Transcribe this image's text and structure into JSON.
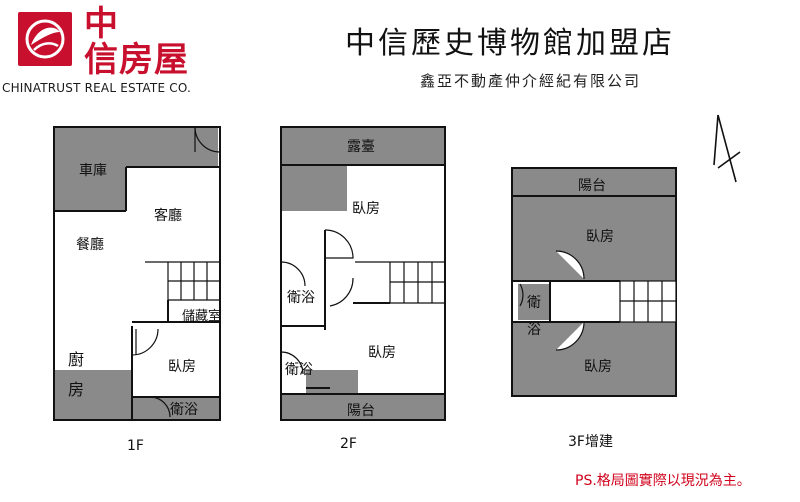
{
  "logo": {
    "brand_cn_line1": "中",
    "brand_cn_line2": "信房屋",
    "brand_en": "CHINATRUST REAL ESTATE CO.",
    "icon": "globe-leaf-logo-icon"
  },
  "store_title": "中信歷史博物館加盟店",
  "company": "鑫亞不動產仲介經紀有限公司",
  "note": "PS.格局圖實際以現況為主。",
  "compass_icon": "north-arrow-icon",
  "colors": {
    "brand_red": "#c8102e",
    "gray_fill": "#8a8a8a",
    "note_red": "#d0021b"
  },
  "floors": [
    {
      "label": "1F",
      "rooms": [
        "車庫",
        "客廳",
        "餐廳",
        "儲藏室",
        "廚",
        "房",
        "臥房",
        "衛浴"
      ]
    },
    {
      "label": "2F",
      "rooms": [
        "露臺",
        "臥房",
        "衛浴",
        "臥房",
        "衛浴",
        "陽台"
      ]
    },
    {
      "label": "3F增建",
      "rooms": [
        "陽台",
        "臥房",
        "衛",
        "浴",
        "臥房"
      ]
    }
  ]
}
